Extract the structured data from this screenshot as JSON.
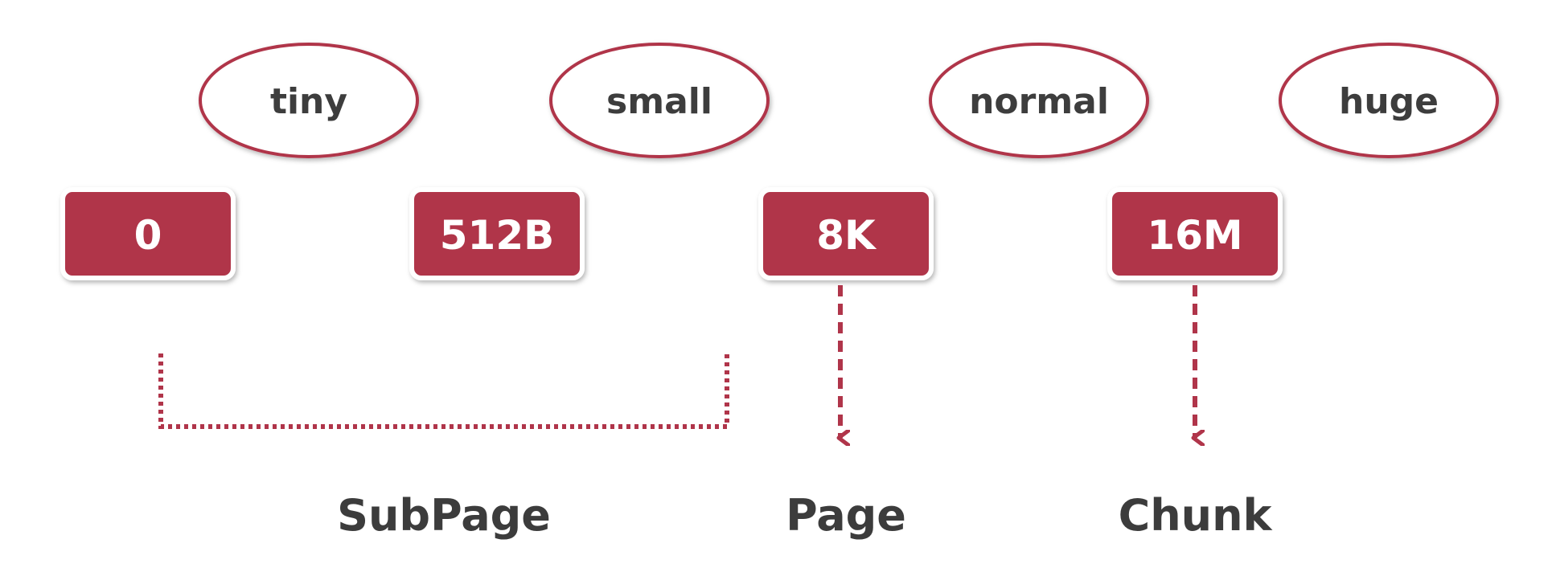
{
  "colors": {
    "accent": "#b0354a",
    "text": "#3c3c3c",
    "box_text": "#ffffff",
    "background": "#ffffff"
  },
  "categories": [
    {
      "id": "tiny",
      "label": "tiny"
    },
    {
      "id": "small",
      "label": "small"
    },
    {
      "id": "normal",
      "label": "normal"
    },
    {
      "id": "huge",
      "label": "huge"
    }
  ],
  "thresholds": [
    {
      "id": "zero",
      "label": "0"
    },
    {
      "id": "512b",
      "label": "512B"
    },
    {
      "id": "8k",
      "label": "8K"
    },
    {
      "id": "16m",
      "label": "16M"
    }
  ],
  "allocators": [
    {
      "id": "subpage",
      "label": "SubPage"
    },
    {
      "id": "page",
      "label": "Page"
    },
    {
      "id": "chunk",
      "label": "Chunk"
    }
  ]
}
